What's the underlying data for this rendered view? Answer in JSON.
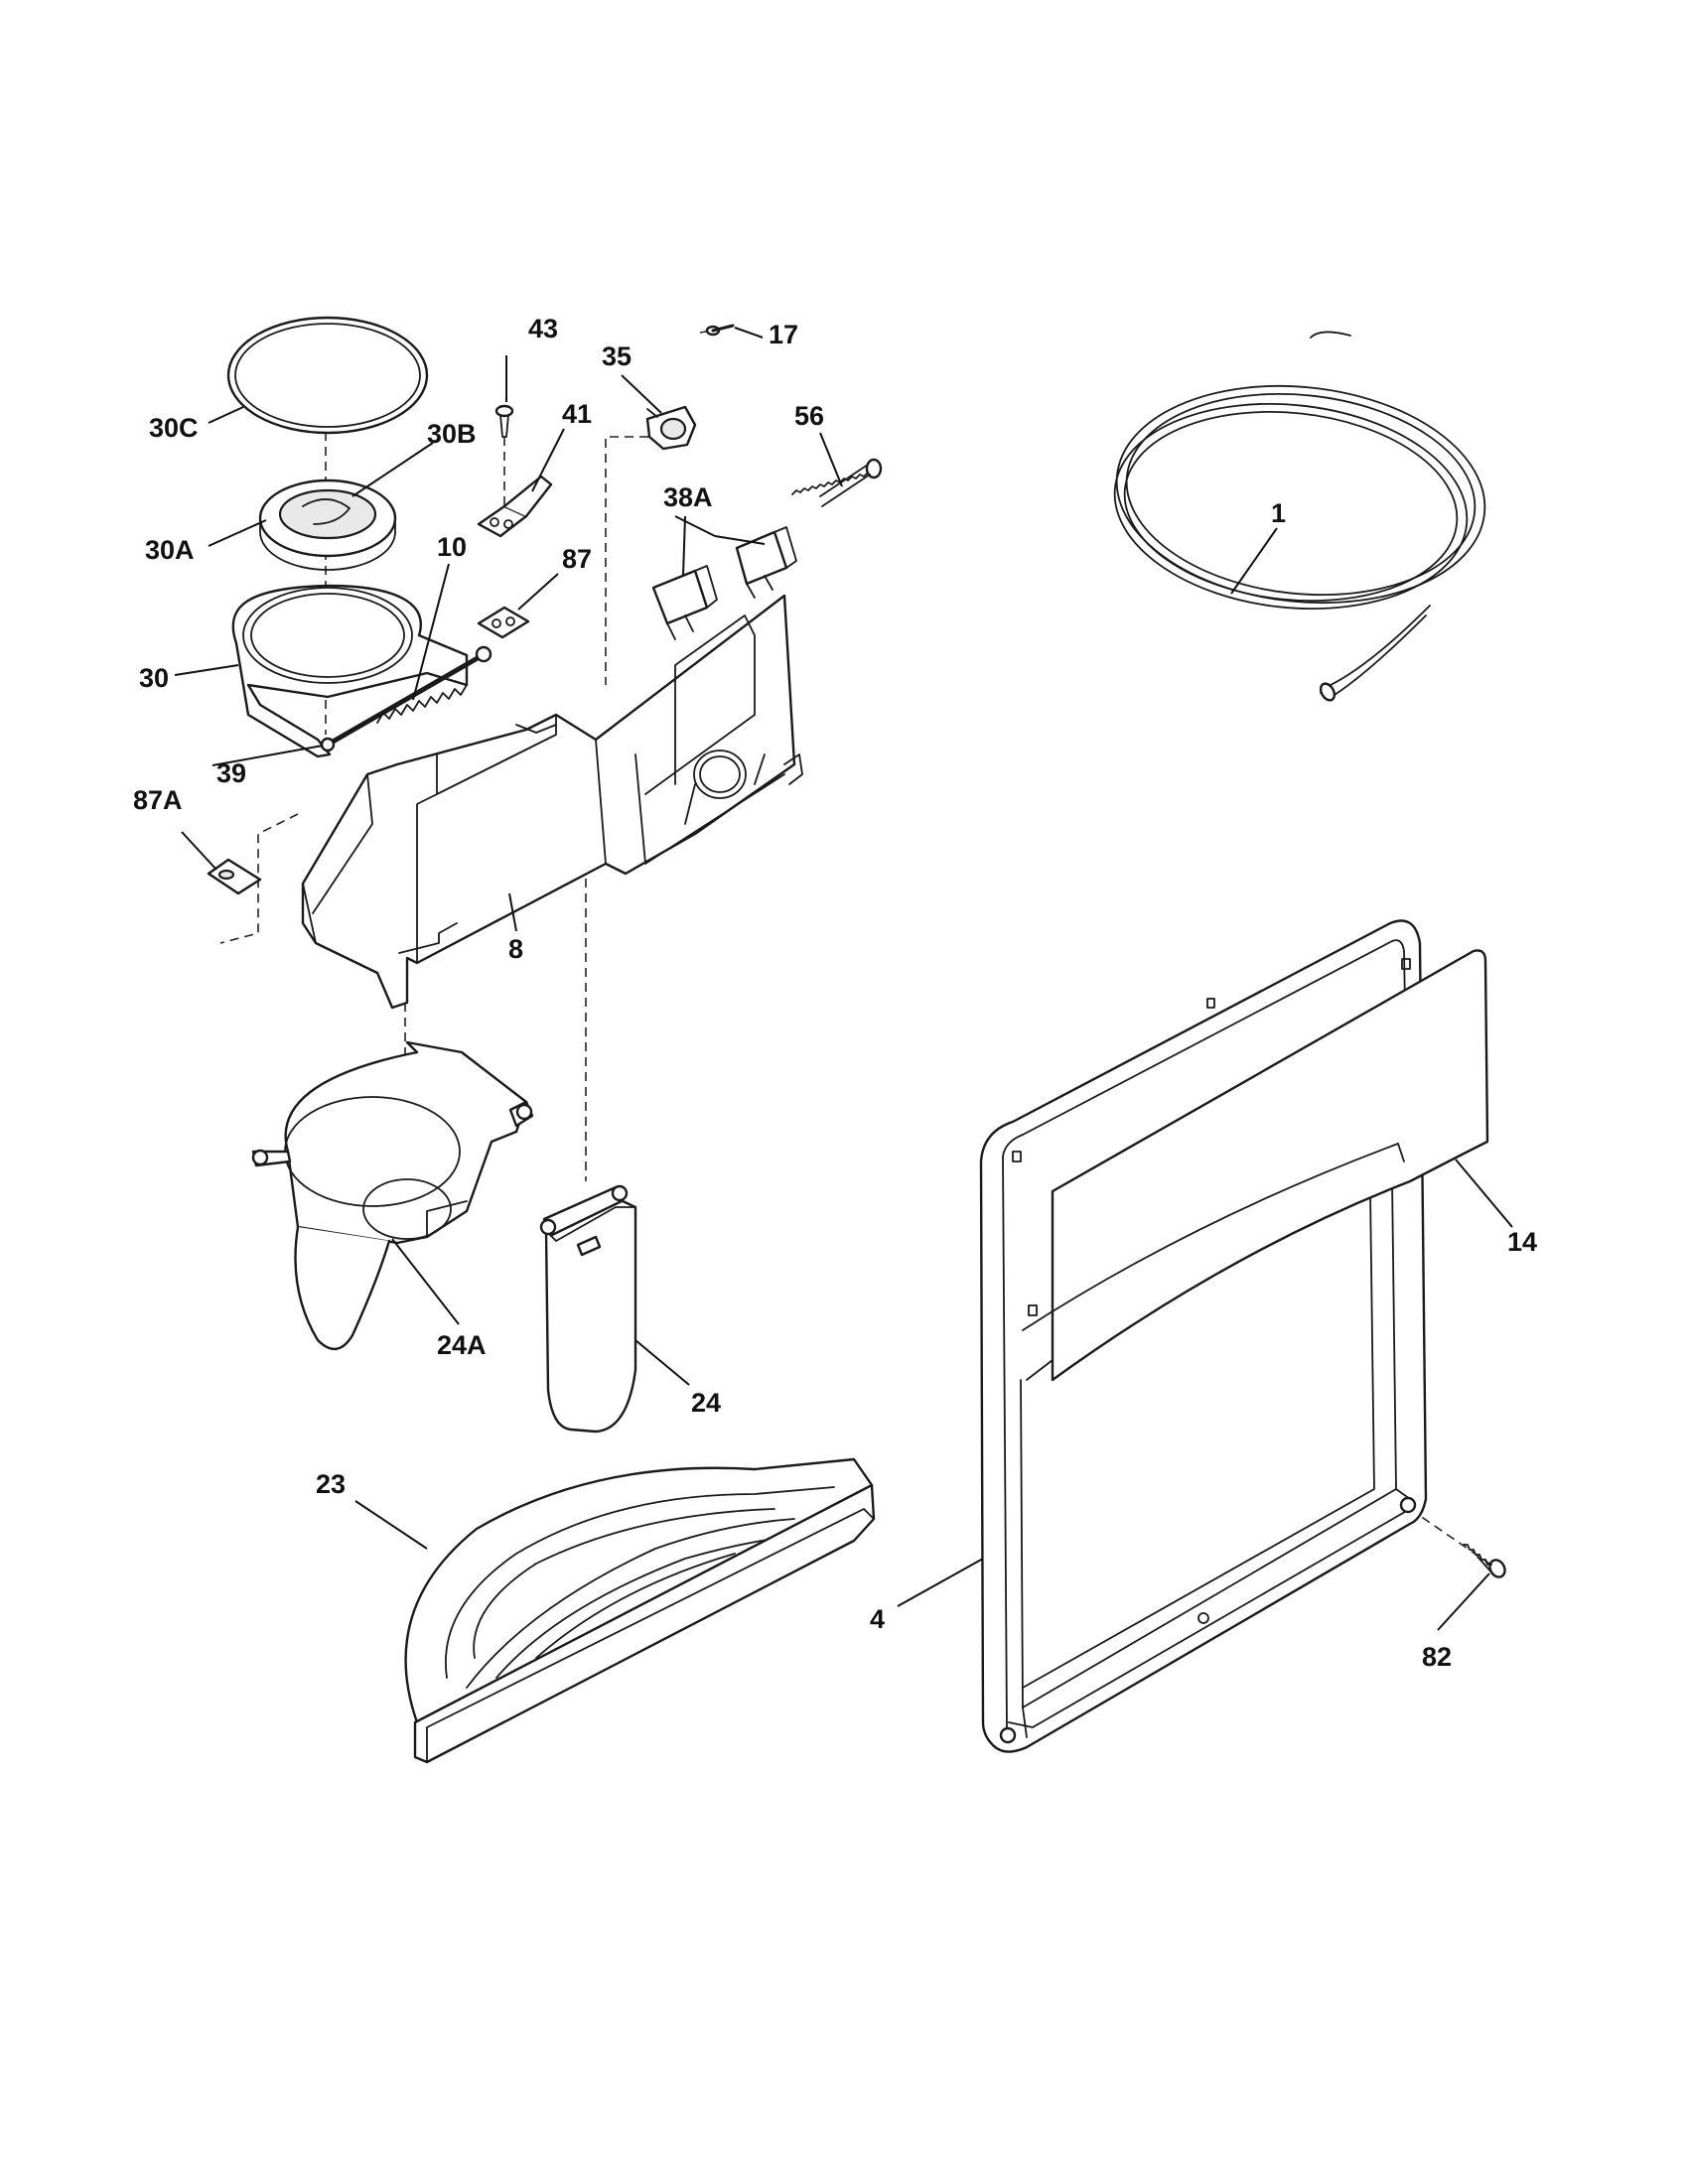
{
  "diagram": {
    "callouts": {
      "c30C": "30C",
      "c30B": "30B",
      "c30A": "30A",
      "c30": "30",
      "c10": "10",
      "c39": "39",
      "c87A": "87A",
      "c43": "43",
      "c41": "41",
      "c87": "87",
      "c35": "35",
      "c17": "17",
      "c56": "56",
      "c38A": "38A",
      "c8": "8",
      "c1": "1",
      "c24A": "24A",
      "c24": "24",
      "c23": "23",
      "c14": "14",
      "c4": "4",
      "c82": "82"
    }
  }
}
